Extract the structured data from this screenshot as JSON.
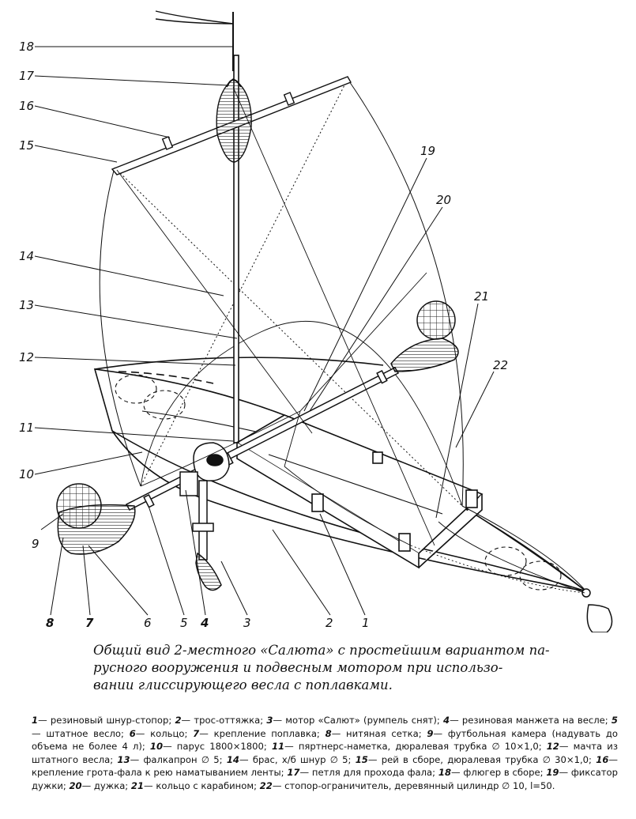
{
  "figure": {
    "callouts": [
      {
        "id": "18",
        "text": "18"
      },
      {
        "id": "17",
        "text": "17"
      },
      {
        "id": "16",
        "text": "16"
      },
      {
        "id": "15",
        "text": "15"
      },
      {
        "id": "19",
        "text": "19"
      },
      {
        "id": "20",
        "text": "20"
      },
      {
        "id": "14",
        "text": "14"
      },
      {
        "id": "13",
        "text": "13"
      },
      {
        "id": "21",
        "text": "21"
      },
      {
        "id": "12",
        "text": "12"
      },
      {
        "id": "22",
        "text": "22"
      },
      {
        "id": "11",
        "text": "11"
      },
      {
        "id": "10",
        "text": "10"
      },
      {
        "id": "9",
        "text": "9"
      },
      {
        "id": "8",
        "text": "8"
      },
      {
        "id": "7",
        "text": "7"
      },
      {
        "id": "6",
        "text": "6"
      },
      {
        "id": "5",
        "text": "5"
      },
      {
        "id": "4",
        "text": "4"
      },
      {
        "id": "3",
        "text": "3"
      },
      {
        "id": "2",
        "text": "2"
      },
      {
        "id": "1",
        "text": "1"
      }
    ]
  },
  "caption": {
    "line1": "Общий вид 2-местного «Салюта» с простейшим вариантом па-",
    "line2": "русного вооружения и подвесным мотором при использо-",
    "line3": "вании глиссирующего весла с поплавками."
  },
  "legend": {
    "items": [
      {
        "num": "1",
        "text": "— резиновый шнур-стопор; "
      },
      {
        "num": "2",
        "text": "— трос-оттяжка; "
      },
      {
        "num": "3",
        "text": "— мотор «Салют» (румпель снят); "
      },
      {
        "num": "4",
        "text": "— резиновая манжета на весле; "
      },
      {
        "num": "5",
        "text": "— штатное весло; "
      },
      {
        "num": "6",
        "text": "— кольцо; "
      },
      {
        "num": "7",
        "text": "— крепление поплавка; "
      },
      {
        "num": "8",
        "text": "— нитяная сетка; "
      },
      {
        "num": "9",
        "text": "— футбольная камера (надувать до объема не более 4 л); "
      },
      {
        "num": "10",
        "text": "— парус 1800×1800; "
      },
      {
        "num": "11",
        "text": "— пяртнерс-наметка, дюралевая трубка ∅ 10×1,0; "
      },
      {
        "num": "12",
        "text": "— мачта из штатного весла; "
      },
      {
        "num": "13",
        "text": "— фалкапрон ∅ 5; "
      },
      {
        "num": "14",
        "text": "— брас, х/б шнур ∅ 5; "
      },
      {
        "num": "15",
        "text": "— рей в сборе, дюралевая трубка ∅ 30×1,0; "
      },
      {
        "num": "16",
        "text": "— крепление грота-фала к рею наматыванием ленты; "
      },
      {
        "num": "17",
        "text": "— петля для прохода фала; "
      },
      {
        "num": "18",
        "text": "— флюгер в сборе; "
      },
      {
        "num": "19",
        "text": "— фиксатор дужки; "
      },
      {
        "num": "20",
        "text": "— дужка; "
      },
      {
        "num": "21",
        "text": "— кольцо с карабином; "
      },
      {
        "num": "22",
        "text": "— стопор-ограничитель, деревянный цилиндр ∅ 10, l=50."
      }
    ]
  }
}
